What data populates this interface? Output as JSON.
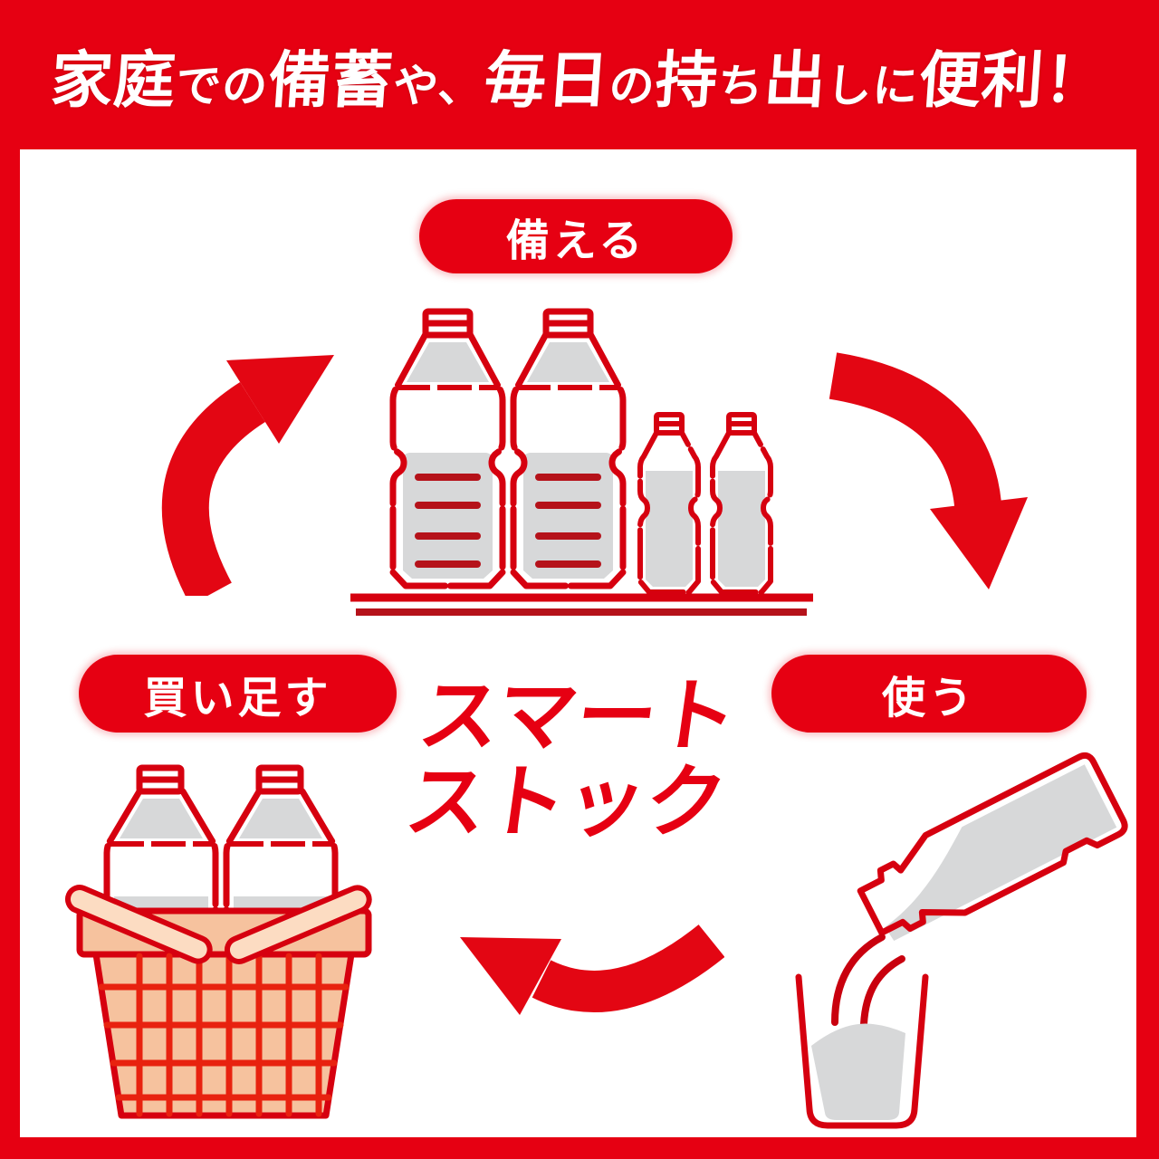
{
  "banner": {
    "text": "家庭での備蓄や、毎日の持ち出しに便利！",
    "segments": [
      {
        "text": "家庭"
      },
      {
        "text": "での"
      },
      {
        "text": "備蓄"
      },
      {
        "text": "や、"
      },
      {
        "text": "毎日"
      },
      {
        "text": "の"
      },
      {
        "text": "持"
      },
      {
        "text": "ち"
      },
      {
        "text": "出"
      },
      {
        "text": "し"
      },
      {
        "text": "に"
      },
      {
        "text": "便利！"
      }
    ]
  },
  "center_title": {
    "line1": "スマート",
    "line2": "ストック"
  },
  "cycle": {
    "prepare": {
      "label": "備える",
      "icon": "stocked-bottles-icon"
    },
    "use": {
      "label": "使う",
      "icon": "pouring-bottle-icon"
    },
    "restock": {
      "label": "買い足す",
      "icon": "shopping-basket-icon"
    }
  },
  "arrows": [
    {
      "name": "cycle-arrow-restock-to-prepare",
      "direction": "up-right"
    },
    {
      "name": "cycle-arrow-prepare-to-use",
      "direction": "down"
    },
    {
      "name": "cycle-arrow-use-to-restock",
      "direction": "left"
    }
  ],
  "colors": {
    "brand_red": "#e60012",
    "arrow_red": "#e30613",
    "ill_red": "#d6000f",
    "dark_red": "#b5121a",
    "grid_red": "#e8220f",
    "stream_red": "#c9000e",
    "water_gray": "#d7d8d9",
    "basket_fill": "#f6c29e",
    "handle_fill": "#fcdcc2"
  }
}
